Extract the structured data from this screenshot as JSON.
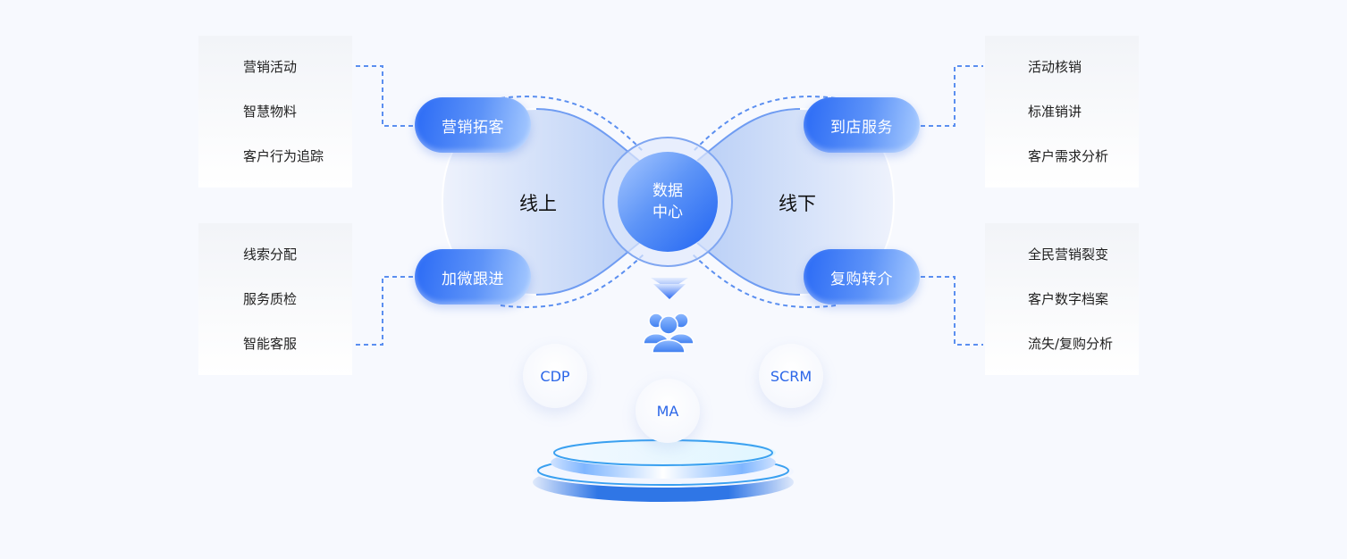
{
  "diagram": {
    "online_lobe": {
      "label": "线上"
    },
    "offline_lobe": {
      "label": "线下"
    },
    "center": {
      "line1": "数据",
      "line2": "中心"
    },
    "pills": {
      "top_left": "营销拓客",
      "bottom_left": "加微跟进",
      "top_right": "到店服务",
      "bottom_right": "复购转介"
    },
    "lists": {
      "top_left": [
        "营销活动",
        "智慧物料",
        "客户行为追踪"
      ],
      "bottom_left": [
        "线索分配",
        "服务质检",
        "智能客服"
      ],
      "top_right": [
        "活动核销",
        "标准销讲",
        "客户需求分析"
      ],
      "bottom_right": [
        "全民营销裂变",
        "客户数字档案",
        "流失/复购分析"
      ]
    },
    "platforms": {
      "cdp": "CDP",
      "ma": "MA",
      "scrm": "SCRM"
    },
    "icons": {
      "arrow": "chevron-down-icon",
      "users": "users-group-icon"
    },
    "colors": {
      "accent": "#2a6af5",
      "connector": "#5b8ff0",
      "background": "#f7f9fe",
      "platform_text": "#2b66e8"
    }
  }
}
